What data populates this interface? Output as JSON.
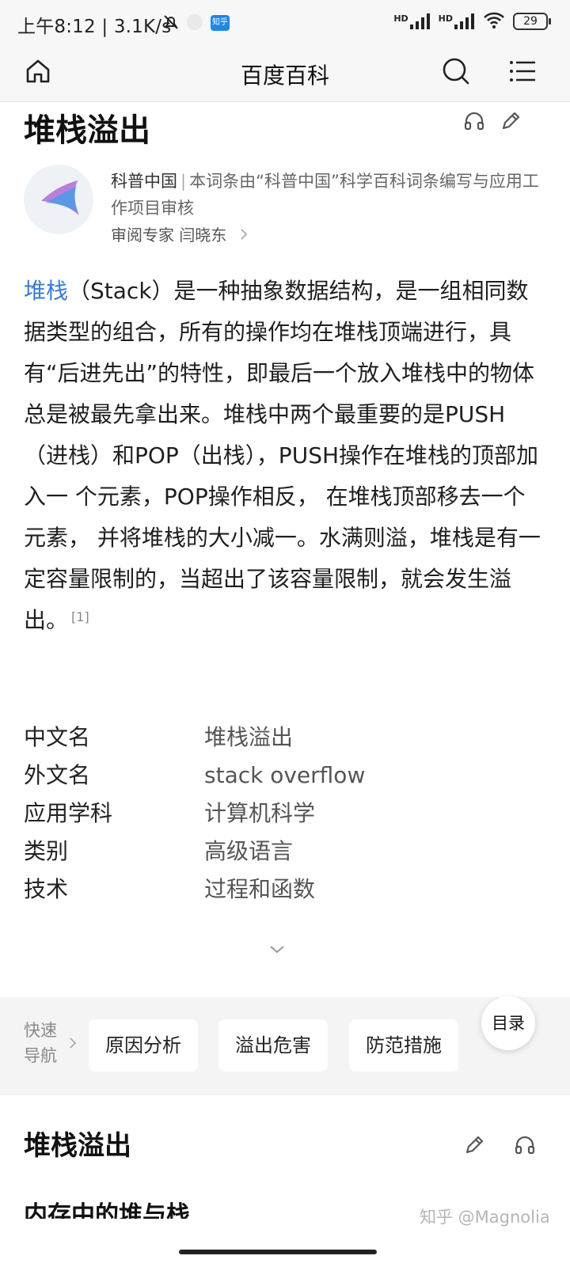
{
  "status_bar": {
    "time_speed": "上午8:12 | 3.1K/s",
    "app_badge": "知乎",
    "signal1": "HD",
    "signal2": "HD",
    "battery": "29"
  },
  "app_bar": {
    "title": "百度百科"
  },
  "article": {
    "title": "堆栈溢出",
    "source_name": "科普中国",
    "source_desc": "本词条由“科普中国”科学百科词条编写与应用工作项目审核",
    "reviewer": "审阅专家 闫晓东",
    "intro_link": "堆栈",
    "intro_text": "（Stack）是一种抽象数据结构，是一组相同数据类型的组合，所有的操作均在堆栈顶端进行，具有“后进先出”的特性，即最后一个放入堆栈中的物体总是被最先拿出来。堆栈中两个最重要的是PUSH（进栈）和POP（出栈），PUSH操作在堆栈的顶部加入一 个元素，POP操作相反， 在堆栈顶部移去一个元素， 并将堆栈的大小减一。水满则溢，堆栈是有一定容量限制的，当超出了该容量限制，就会发生溢出。",
    "citation": "[1]"
  },
  "infobox": [
    {
      "key": "中文名",
      "value": "堆栈溢出"
    },
    {
      "key": "外文名",
      "value": "stack overflow"
    },
    {
      "key": "应用学科",
      "value": "计算机科学"
    },
    {
      "key": "类别",
      "value": "高级语言"
    },
    {
      "key": "技术",
      "value": "过程和函数"
    }
  ],
  "quick_nav": {
    "label": "快速导航",
    "items": [
      "原因分析",
      "溢出危害",
      "防范措施"
    ],
    "toc_label": "目录"
  },
  "section": {
    "title": "堆栈溢出",
    "subtitle": "内存中的堆与栈"
  },
  "watermark": "知乎 @Magnolia",
  "colors": {
    "link": "#3a7bd5",
    "background": "#ffffff",
    "bar_background": "#f7f7f7"
  }
}
